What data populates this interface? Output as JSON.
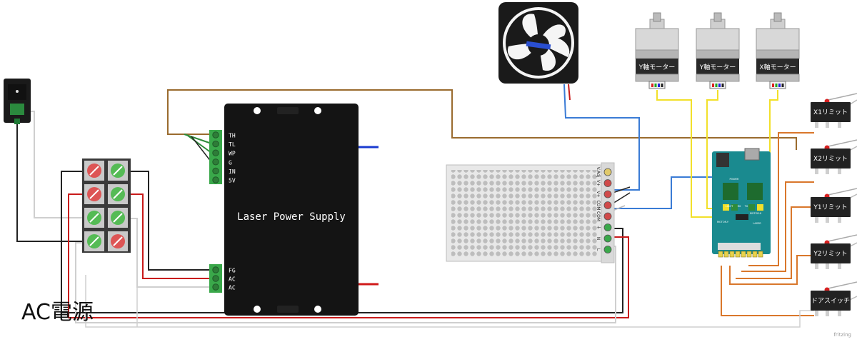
{
  "caption": "AC電源",
  "laser_psu": {
    "label": "Laser Power Supply",
    "top_terminals": [
      "TH",
      "TL",
      "WP",
      "G",
      "IN",
      "5V"
    ],
    "bottom_terminals": [
      "FG",
      "AC",
      "AC"
    ]
  },
  "dc_psu": {
    "terminals": [
      "V.Adj",
      "V+",
      "V+",
      "COM",
      "COM",
      "⏚",
      "N",
      "L"
    ]
  },
  "motors": [
    {
      "label": "Y軸モーター"
    },
    {
      "label": "Y軸モーター"
    },
    {
      "label": "X軸モーター"
    }
  ],
  "switches": [
    {
      "label": "X1リミット"
    },
    {
      "label": "X2リミット"
    },
    {
      "label": "Y1リミット"
    },
    {
      "label": "Y2リミット"
    },
    {
      "label": "ドアスイッチ"
    }
  ],
  "board": {
    "labels": [
      "LIGHT",
      "RX",
      "TX",
      "POWER",
      "MOTOR-X",
      "MOTOR-Y",
      "LASER"
    ]
  },
  "watermark": "fritzing",
  "colors": {
    "wire_brown": "#9a6b2e",
    "wire_blue": "#3a7bd5",
    "wire_yellow": "#f2e02a",
    "wire_orange": "#d9772b",
    "wire_red": "#c81a1a",
    "wire_black": "#222222",
    "wire_white": "#cfcfcf",
    "terminal_green": "#3aa84a",
    "board_teal": "#1a8a8f"
  }
}
